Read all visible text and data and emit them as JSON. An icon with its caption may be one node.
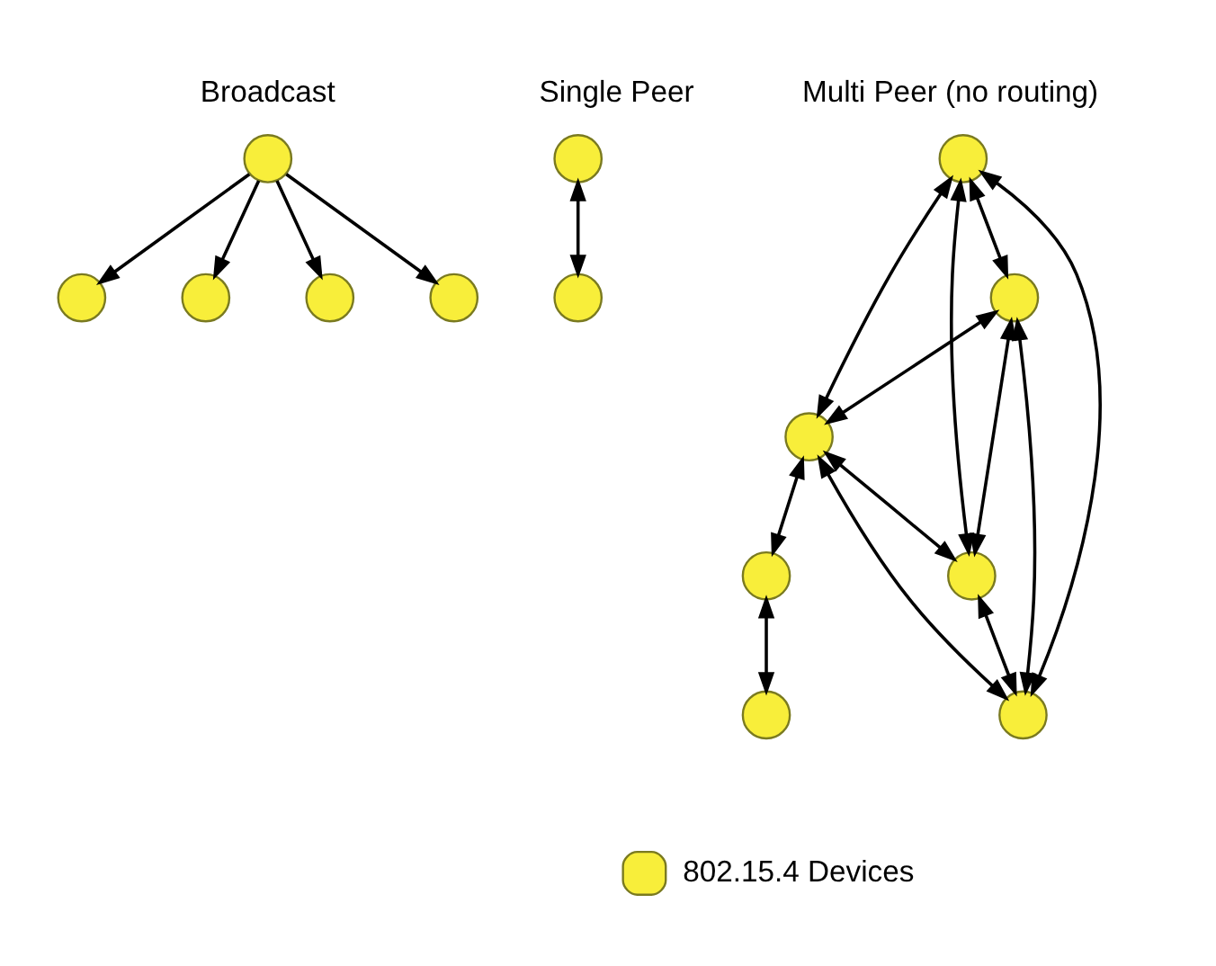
{
  "diagram": {
    "nodes": [
      {
        "text": [],
        "shape": "circle"
      },
      {
        "text": [],
        "shape": "circle"
      },
      {
        "text": [],
        "shape": "circle"
      },
      {
        "text": [],
        "shape": "circle"
      },
      {
        "text": [],
        "shape": "circle"
      },
      {
        "text": [],
        "shape": "circle"
      },
      {
        "text": [],
        "shape": "circle"
      },
      {
        "text": [],
        "shape": "circle"
      },
      {
        "text": [],
        "shape": "circle"
      },
      {
        "text": [],
        "shape": "circle"
      },
      {
        "text": [],
        "shape": "circle"
      },
      {
        "text": [],
        "shape": "circle"
      },
      {
        "text": [],
        "shape": "circle"
      },
      {
        "text": [],
        "shape": "circle"
      }
    ],
    "edges": [
      {
        "from": 6,
        "to": 0,
        "arrow": "to"
      },
      {
        "from": 6,
        "to": 1,
        "arrow": "to"
      },
      {
        "from": 6,
        "to": 4,
        "arrow": "to"
      },
      {
        "from": 6,
        "to": 5,
        "arrow": "to"
      },
      {
        "from": 2,
        "to": 3,
        "arrow": "both"
      },
      {
        "from": 7,
        "to": 8,
        "arrow": "both"
      },
      {
        "from": 7,
        "to": 9,
        "arrow": "both"
      },
      {
        "from": 7,
        "to": 10,
        "arrow": "both"
      },
      {
        "from": 7,
        "to": 12,
        "arrow": "both"
      },
      {
        "from": 8,
        "to": 9,
        "arrow": "both"
      },
      {
        "from": 8,
        "to": 10,
        "arrow": "both"
      },
      {
        "from": 8,
        "to": 12,
        "arrow": "both"
      },
      {
        "from": 9,
        "to": 10,
        "arrow": "both"
      },
      {
        "from": 9,
        "to": 12,
        "arrow": "both"
      },
      {
        "from": 10,
        "to": 12,
        "arrow": "both"
      },
      {
        "from": 9,
        "to": 11,
        "arrow": "both"
      },
      {
        "from": 11,
        "to": 13,
        "arrow": "both"
      }
    ],
    "labels": [
      "Broadcast",
      "Single Peer",
      "Multi Peer (no routing)"
    ],
    "legend": [
      {
        "text": "802.15.4 Devices",
        "color": "#f8ee3a"
      }
    ]
  }
}
